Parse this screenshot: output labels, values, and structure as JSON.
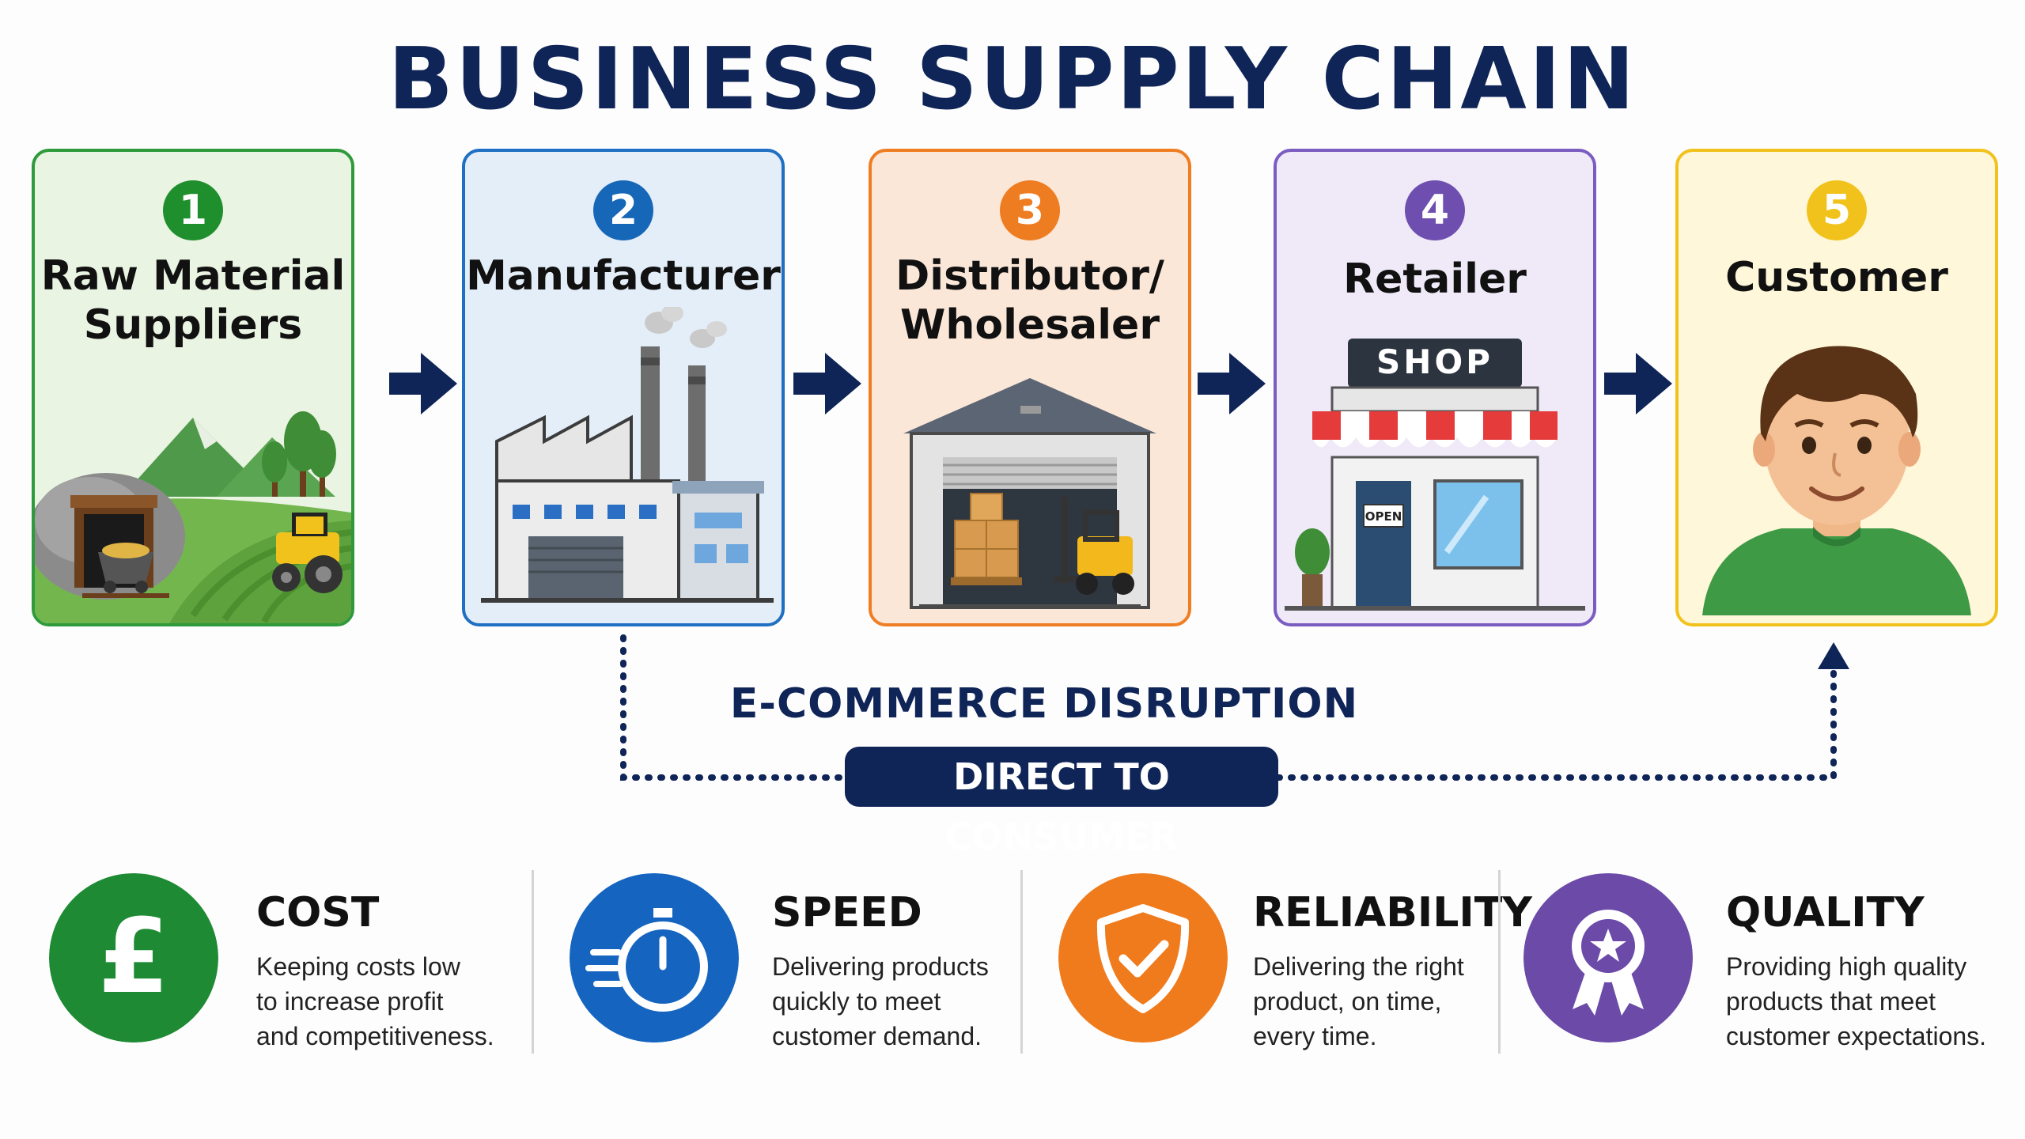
{
  "title": "BUSINESS SUPPLY CHAIN",
  "stages": [
    {
      "number": "1",
      "label_line1": "Raw Material",
      "label_line2": "Suppliers",
      "color": "#1f8f2e",
      "bg": "#e9f4e2"
    },
    {
      "number": "2",
      "label_line1": "Manufacturer",
      "label_line2": "",
      "color": "#1767b8",
      "bg": "#e4eef9"
    },
    {
      "number": "3",
      "label_line1": "Distributor/",
      "label_line2": "Wholesaler",
      "color": "#ee7d22",
      "bg": "#fbe7d8"
    },
    {
      "number": "4",
      "label_line1": "Retailer",
      "label_line2": "",
      "color": "#6e4fb0",
      "bg": "#efe9f8"
    },
    {
      "number": "5",
      "label_line1": "Customer",
      "label_line2": "",
      "color": "#f2c21c",
      "bg": "#fff7d9"
    }
  ],
  "shop_sign": "SHOP",
  "open_sign": "OPEN",
  "ecommerce": {
    "title": "E-COMMERCE DISRUPTION",
    "label": "DIRECT TO CONSUMER"
  },
  "factors": [
    {
      "title": "COST",
      "desc_lines": [
        "Keeping costs low",
        "to increase profit",
        "and competitiveness."
      ],
      "color": "#1e8a34",
      "icon": "pound-icon"
    },
    {
      "title": "SPEED",
      "desc_lines": [
        "Delivering products",
        "quickly to meet",
        "customer demand."
      ],
      "color": "#1565c0",
      "icon": "stopwatch-icon"
    },
    {
      "title": "RELIABILITY",
      "desc_lines": [
        "Delivering the right",
        "product, on time,",
        "every time."
      ],
      "color": "#f07b1c",
      "icon": "shield-check-icon"
    },
    {
      "title": "QUALITY",
      "desc_lines": [
        "Providing high quality",
        "products that meet",
        "customer expectations."
      ],
      "color": "#6b4aa8",
      "icon": "award-ribbon-icon"
    }
  ]
}
